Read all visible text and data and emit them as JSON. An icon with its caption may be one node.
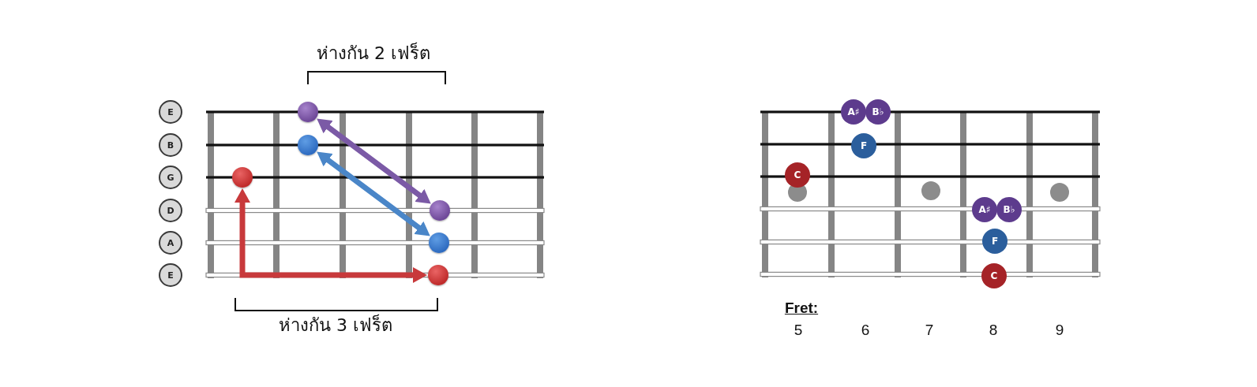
{
  "diagram": {
    "nodes": [
      {
        "text": [
          "E"
        ]
      },
      {
        "text": [
          "B"
        ]
      },
      {
        "text": [
          "G"
        ]
      },
      {
        "text": [
          "D"
        ]
      },
      {
        "text": [
          "A"
        ]
      },
      {
        "text": [
          "E"
        ]
      },
      {
        "text": [],
        "shape": "circle"
      },
      {
        "text": [],
        "shape": "circle"
      },
      {
        "text": [],
        "shape": "circle"
      },
      {
        "text": [],
        "shape": "circle"
      },
      {
        "text": [],
        "shape": "circle"
      },
      {
        "text": [],
        "shape": "circle"
      },
      {
        "text": [
          "A♯"
        ]
      },
      {
        "text": [
          "B♭"
        ]
      },
      {
        "text": [
          "F"
        ]
      },
      {
        "text": [
          "C"
        ]
      },
      {
        "text": [
          "A♯"
        ]
      },
      {
        "text": [
          "B♭"
        ]
      },
      {
        "text": [
          "F"
        ]
      },
      {
        "text": [
          "C"
        ]
      }
    ],
    "edges": [
      {
        "from": 6,
        "to": 9,
        "arrow": "both",
        "color": "#7b5aa6"
      },
      {
        "from": 7,
        "to": 10,
        "arrow": "both",
        "color": "#4a86c8"
      },
      {
        "from": 8,
        "to": 11,
        "arrow": "both",
        "color": "#c8393b"
      }
    ],
    "labels": [
      "ห่างกัน 2 เฟร็ต",
      "ห่างกัน 3 เฟร็ต",
      "Fret:",
      "5",
      "6",
      "7",
      "8",
      "9"
    ]
  }
}
